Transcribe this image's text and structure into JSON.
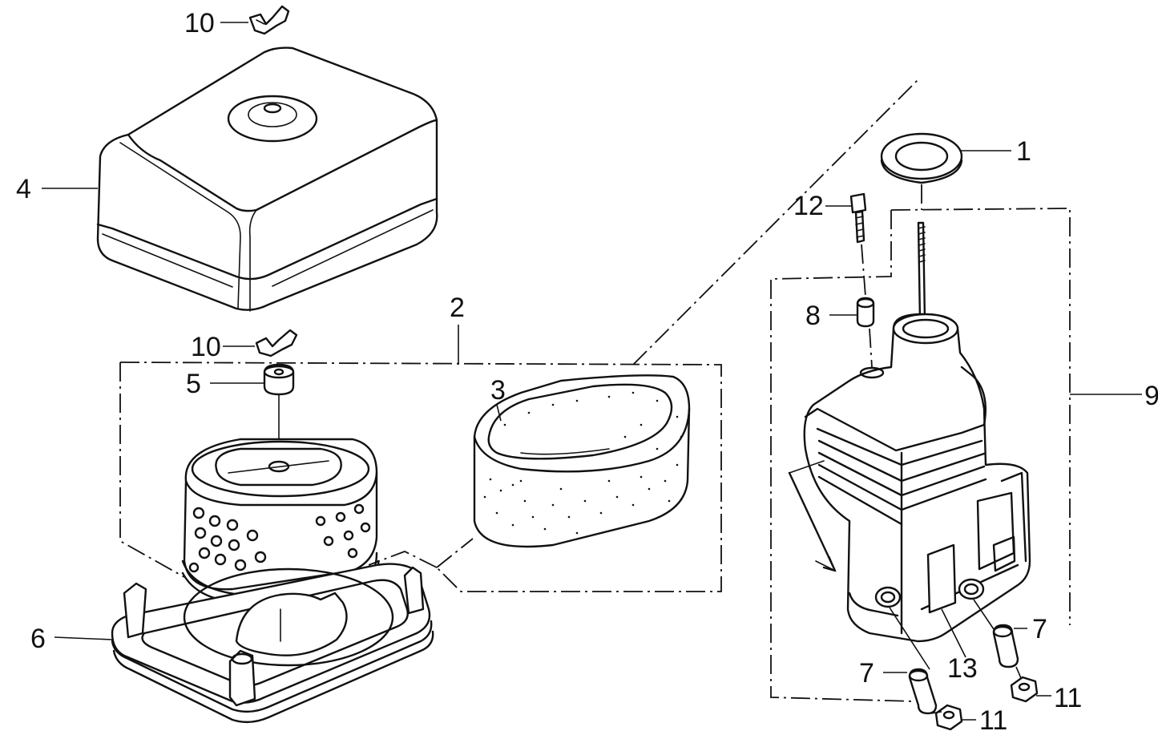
{
  "diagram": {
    "callouts": {
      "c1": "1",
      "c2": "2",
      "c3": "3",
      "c4": "4",
      "c5": "5",
      "c6": "6",
      "c7a": "7",
      "c7b": "7",
      "c8": "8",
      "c9": "9",
      "c10a": "10",
      "c10b": "10",
      "c11a": "11",
      "c11b": "11",
      "c12": "12",
      "c13": "13"
    }
  }
}
